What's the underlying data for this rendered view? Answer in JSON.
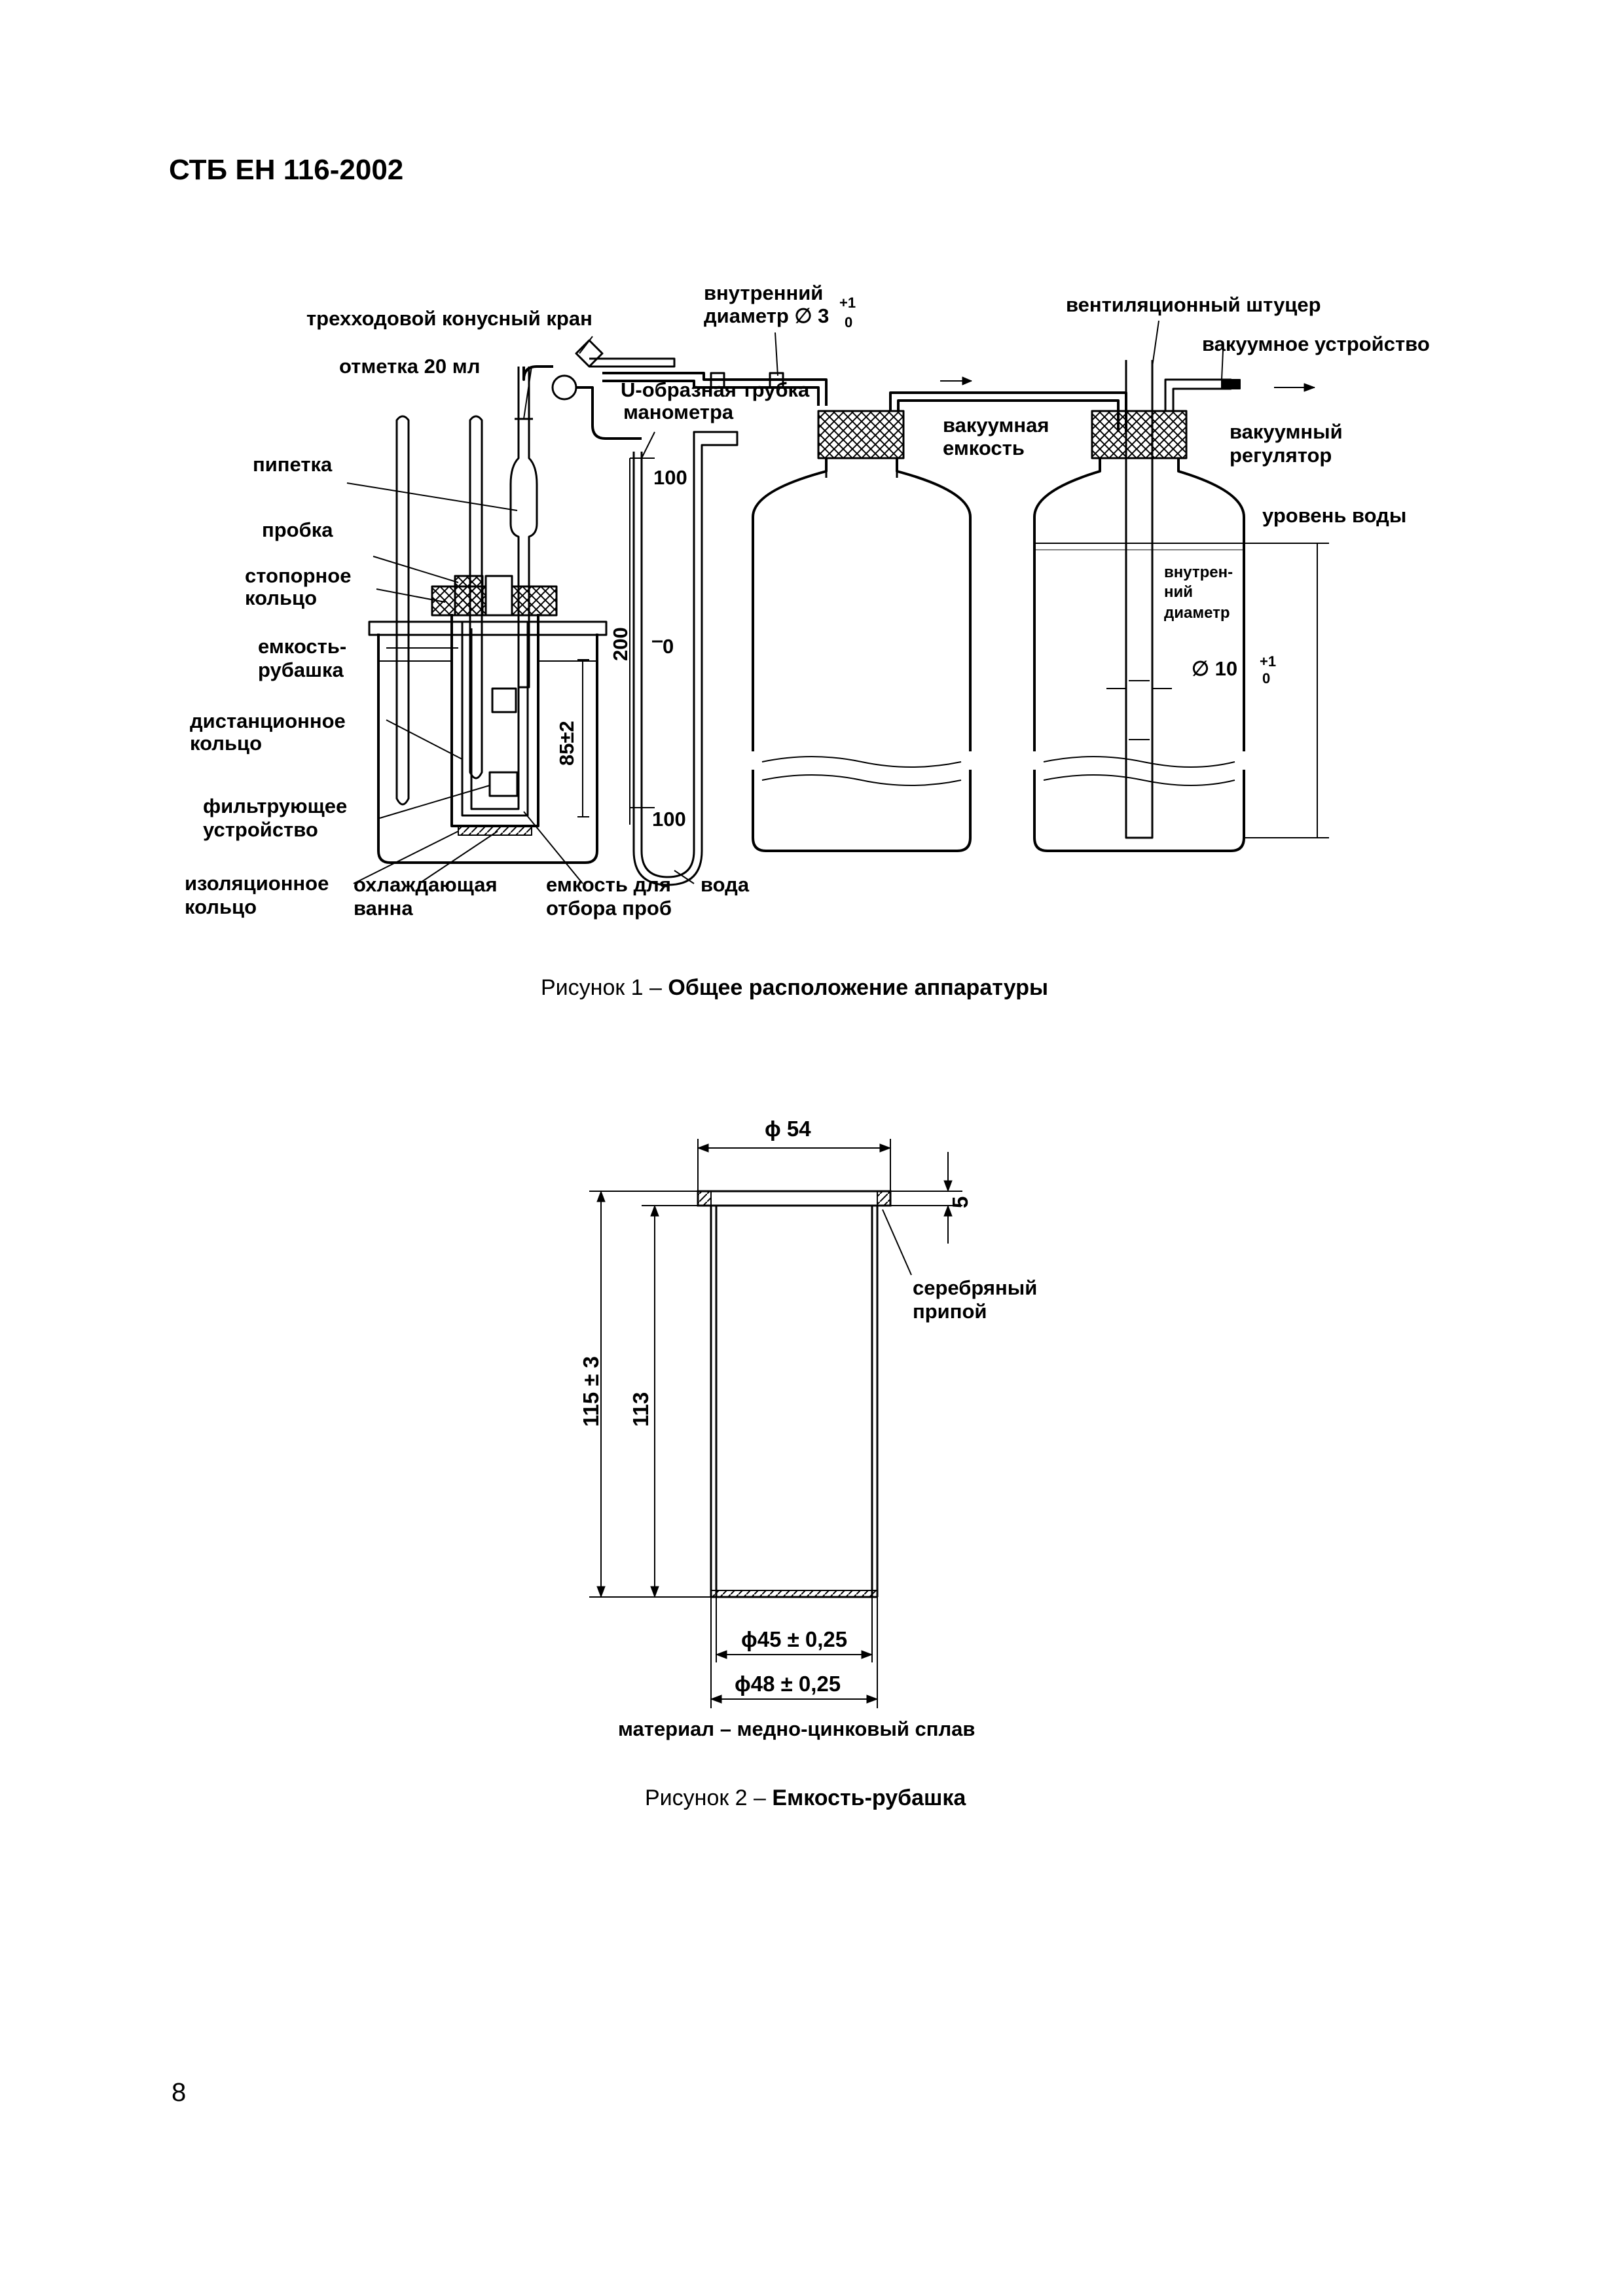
{
  "header": {
    "doc_code": "СТБ ЕН 116-2002"
  },
  "figure1": {
    "caption_prefix": "Рисунок 1 – ",
    "caption_title": "Общее расположение аппаратуры",
    "labels": {
      "inner_diameter_1": "внутренний",
      "inner_diameter_2": "диаметр ∅ 3",
      "inner_diameter_tol": "+1",
      "inner_diameter_tol0": "0",
      "three_way_valve": "трехходовой конусный кран",
      "mark_20ml": "отметка 20 мл",
      "u_tube_1": "U-образная трубка",
      "u_tube_2": "манометра",
      "vent_fitting": "вентиляционный штуцер",
      "vacuum_device": "вакуумное устройство",
      "vacuum_vessel_1": "вакуумная",
      "vacuum_vessel_2": "емкость",
      "vacuum_regulator_1": "вакуумный",
      "vacuum_regulator_2": "регулятор",
      "water_level": "уровень воды",
      "pipette": "пипетка",
      "stopper": "пробка",
      "lock_ring_1": "стопорное",
      "lock_ring_2": "кольцо",
      "jacket_1": "емкость-",
      "jacket_2": "рубашка",
      "spacer_ring_1": "дистанционное",
      "spacer_ring_2": "кольцо",
      "filter_1": "фильтрующее",
      "filter_2": "устройство",
      "insulation_ring_1": "изоляционное",
      "insulation_ring_2": "кольцо",
      "cooling_bath_1": "охлаждающая",
      "cooling_bath_2": "ванна",
      "sample_vessel_1": "емкость для",
      "sample_vessel_2": "отбора проб",
      "water": "вода",
      "inner_1": "внутрен-",
      "inner_2": "ний",
      "inner_3": "диаметр",
      "diam10": "∅ 10",
      "diam10_tol": "+1",
      "diam10_tol0": "0",
      "dim_200": "200",
      "dim_85": "85±2",
      "scale_100_top": "100",
      "scale_0": "0",
      "scale_100_bottom": "100"
    }
  },
  "figure2": {
    "caption_prefix": "Рисунок 2 – ",
    "caption_title": "Емкость-рубашка",
    "labels": {
      "d54": "ϕ 54",
      "dim5": "5",
      "silver_solder_1": "серебряный",
      "silver_solder_2": "припой",
      "h115": "115 ± 3",
      "h113": "113",
      "d45": "ϕ45 ± 0,25",
      "d48": "ϕ48 ± 0,25",
      "material": "материал – медно-цинковый сплав"
    }
  },
  "page_number": "8"
}
